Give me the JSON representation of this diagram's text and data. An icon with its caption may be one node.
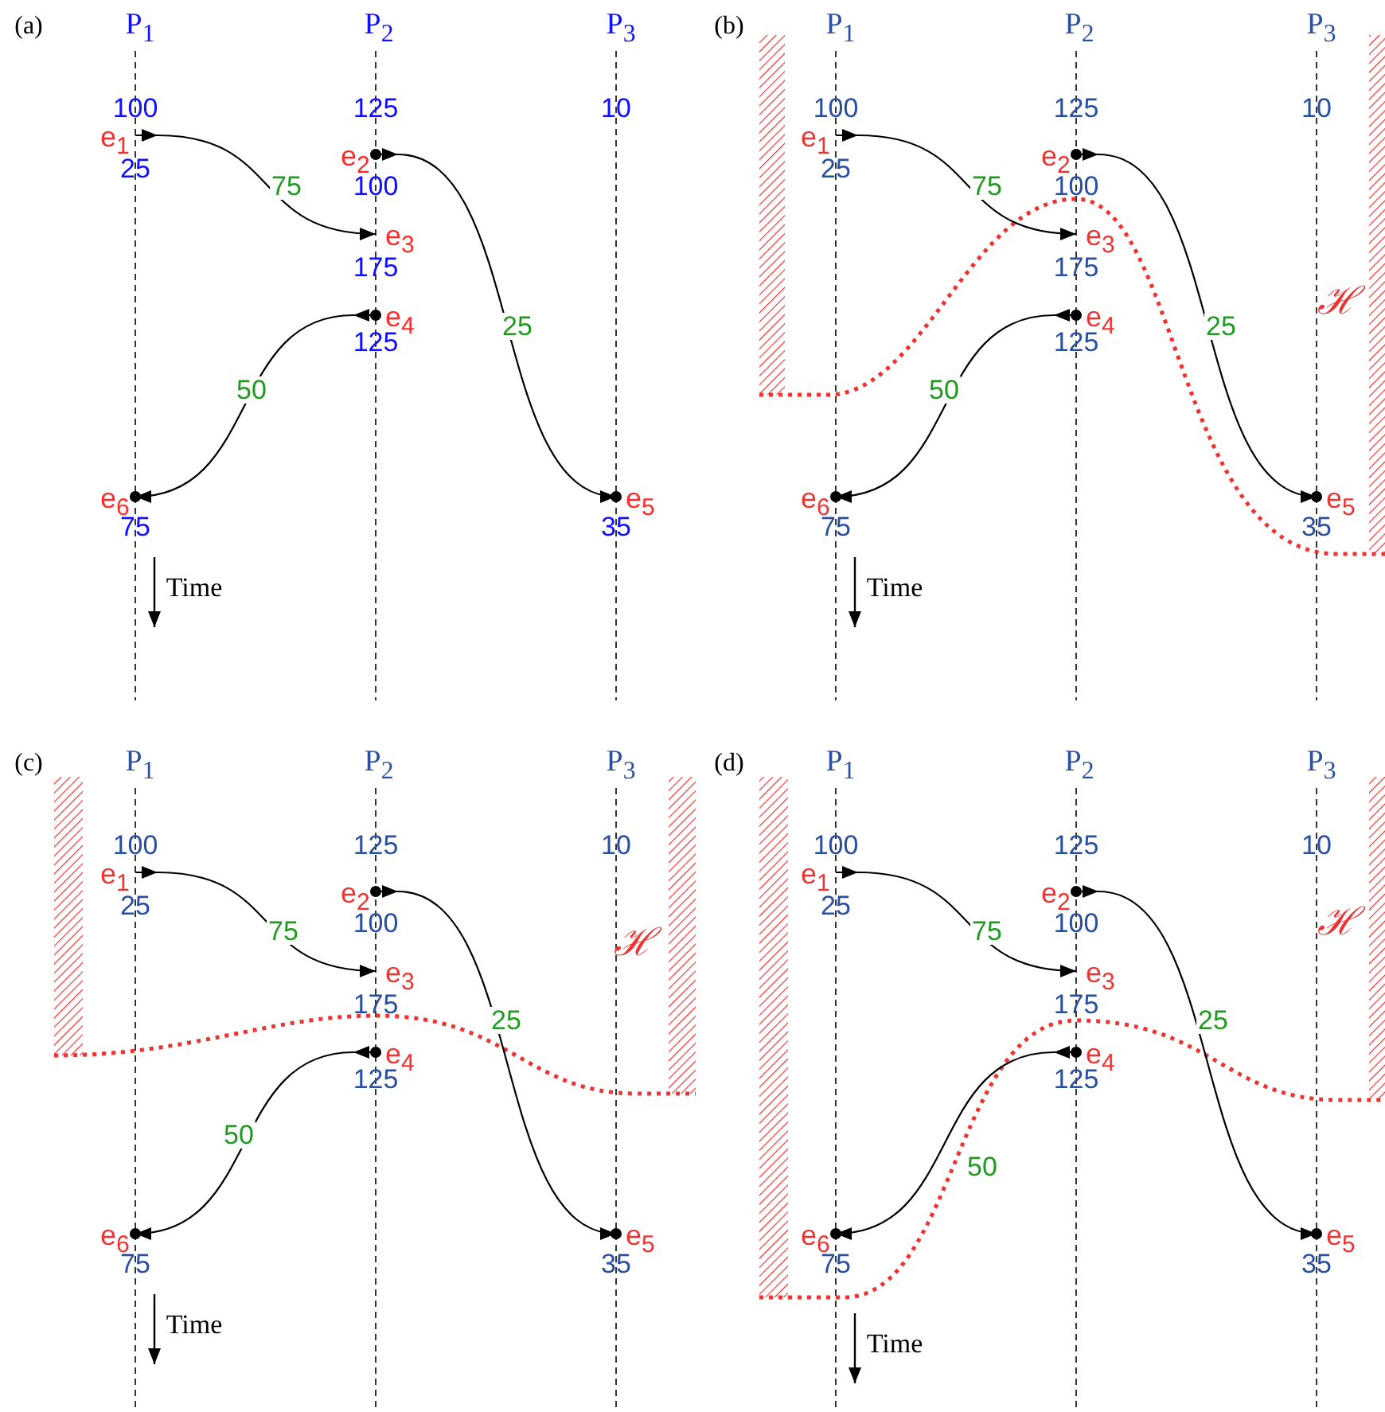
{
  "diagram": {
    "nodes": [
      {
        "text": [
          "e$_{1}$"
        ]
      },
      {
        "text": [
          "e$_{2}$"
        ]
      },
      {
        "text": [
          "e$_{3}$"
        ]
      },
      {
        "text": [
          "e$_{4}$"
        ]
      },
      {
        "text": [
          "e$_{5}$"
        ]
      },
      {
        "text": [
          "e$_{6}$"
        ]
      },
      {
        "text": [
          "e$_{1}$"
        ]
      },
      {
        "text": [
          "e$_{2}$"
        ]
      },
      {
        "text": [
          "e$_{3}$"
        ]
      },
      {
        "text": [
          "e$_{4}$"
        ]
      },
      {
        "text": [
          "e$_{5}$"
        ]
      },
      {
        "text": [
          "e$_{6}$"
        ]
      },
      {
        "text": [
          "e$_{1}$"
        ]
      },
      {
        "text": [
          "e$_{2}$"
        ]
      },
      {
        "text": [
          "e$_{3}$"
        ]
      },
      {
        "text": [
          "e$_{4}$"
        ]
      },
      {
        "text": [
          "e$_{5}$"
        ]
      },
      {
        "text": [
          "e$_{6}$"
        ]
      },
      {
        "text": [
          "e$_{1}$"
        ]
      },
      {
        "text": [
          "e$_{2}$"
        ]
      },
      {
        "text": [
          "e$_{3}$"
        ]
      },
      {
        "text": [
          "e$_{4}$"
        ]
      },
      {
        "text": [
          "e$_{5}$"
        ]
      },
      {
        "text": [
          "e$_{6}$"
        ]
      }
    ],
    "edges": [
      {
        "from": 0,
        "to": 2,
        "arrow": "to",
        "label": "75"
      },
      {
        "from": 1,
        "to": 4,
        "arrow": "to",
        "label": "25"
      },
      {
        "from": 3,
        "to": 5,
        "arrow": "to",
        "label": "50"
      },
      {
        "from": 6,
        "to": 8,
        "arrow": "to",
        "label": "75"
      },
      {
        "from": 7,
        "to": 10,
        "arrow": "to",
        "label": "25"
      },
      {
        "from": 9,
        "to": 11,
        "arrow": "to",
        "label": "50"
      },
      {
        "from": 12,
        "to": 14,
        "arrow": "to",
        "label": "75"
      },
      {
        "from": 13,
        "to": 16,
        "arrow": "to",
        "label": "25"
      },
      {
        "from": 15,
        "to": 17,
        "arrow": "to",
        "label": "50"
      },
      {
        "from": 18,
        "to": 20,
        "arrow": "to",
        "label": "75"
      },
      {
        "from": 19,
        "to": 22,
        "arrow": "to",
        "label": "25"
      },
      {
        "from": 21,
        "to": 23,
        "arrow": "to",
        "label": "50"
      }
    ],
    "labels": [
      "(a)",
      "P$_{1}$",
      "P$_{2}$",
      "P$_{3}$",
      "100",
      "125",
      "10",
      "25",
      "100",
      "175",
      "125",
      "75",
      "35",
      "Time",
      "(b)",
      "P$_{1}$",
      "P$_{2}$",
      "P$_{3}$",
      "100",
      "125",
      "10",
      "25",
      "100",
      "175",
      "125",
      "75",
      "35",
      "Time",
      "ℋ",
      "(c)",
      "P$_{1}$",
      "P$_{2}$",
      "P$_{3}$",
      "100",
      "125",
      "10",
      "25",
      "100",
      "175",
      "125",
      "75",
      "35",
      "Time",
      "ℋ",
      "(d)",
      "P$_{1}$",
      "P$_{2}$",
      "P$_{3}$",
      "100",
      "125",
      "10",
      "25",
      "100",
      "175",
      "125",
      "75",
      "35",
      "Time",
      "ℋ"
    ]
  }
}
